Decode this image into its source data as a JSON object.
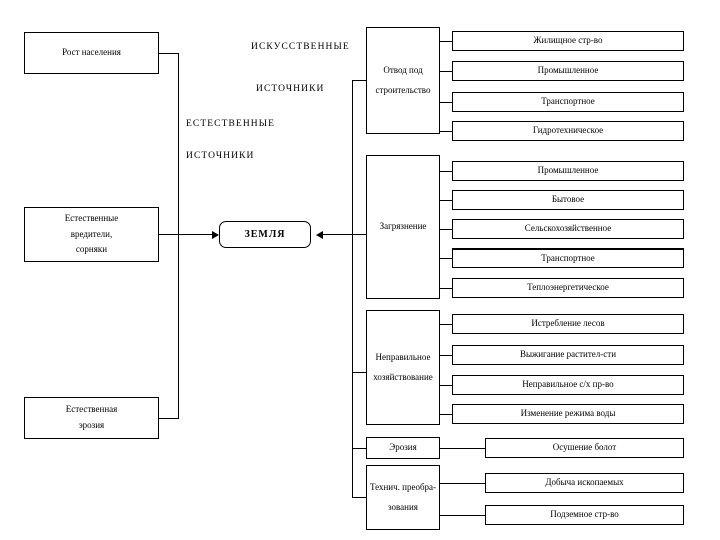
{
  "diagram": {
    "center_node": {
      "label": "ЗЕМЛЯ"
    },
    "headings": [
      {
        "id": "artificial-1",
        "label": "ИСКУССТВЕННЫЕ"
      },
      {
        "id": "artificial-2",
        "label": "ИСТОЧНИКИ"
      },
      {
        "id": "natural-1",
        "label": "ЕСТЕСТВЕННЫЕ"
      },
      {
        "id": "natural-2",
        "label": "ИСТОЧНИКИ"
      }
    ],
    "natural_sources": [
      {
        "id": "population-growth",
        "lines": [
          "Рост       населения"
        ]
      },
      {
        "id": "natural-pests",
        "lines": [
          "Естественные",
          "вредители,",
          "сорняки"
        ]
      },
      {
        "id": "natural-erosion",
        "lines": [
          "Естественная",
          "эрозия"
        ]
      }
    ],
    "artificial_sources": [
      {
        "id": "construction-allocation",
        "lines": [
          "Отвод под",
          "строительство"
        ],
        "children": [
          {
            "id": "housing-construction",
            "label": "Жилищное стр-во"
          },
          {
            "id": "industrial",
            "label": "Промышленное"
          },
          {
            "id": "transport",
            "label": "Транспортное"
          },
          {
            "id": "hydrotechnical",
            "label": "Гидротехническое"
          }
        ]
      },
      {
        "id": "pollution",
        "lines": [
          "Загрязнение"
        ],
        "children": [
          {
            "id": "pollution-industrial",
            "label": "Промышленное"
          },
          {
            "id": "pollution-domestic",
            "label": "Бытовое"
          },
          {
            "id": "pollution-agricultural",
            "label": "Сельскохозяйственное"
          },
          {
            "id": "pollution-transport",
            "label": "Транспортное"
          },
          {
            "id": "pollution-thermal",
            "label": "Теплоэнергетическое"
          }
        ]
      },
      {
        "id": "mismanagement",
        "lines": [
          "Неправильное",
          "хозяйствование"
        ],
        "children": [
          {
            "id": "forest-destruction",
            "label": "Истребление лесов"
          },
          {
            "id": "vegetation-burning",
            "label": "Выжигание растител-сти"
          },
          {
            "id": "improper-agriculture",
            "label": "Неправильное с/х пр-во"
          },
          {
            "id": "water-regime-change",
            "label": "Изменение режима воды"
          }
        ]
      },
      {
        "id": "erosion",
        "lines": [
          "Эрозия"
        ],
        "children": [
          {
            "id": "swamp-drainage",
            "label": "Осушение болот"
          }
        ]
      },
      {
        "id": "technical-transformations",
        "lines": [
          "Технич. преобра-",
          "зования"
        ],
        "children": [
          {
            "id": "mineral-extraction",
            "label": "Добыча ископаемых"
          },
          {
            "id": "underground-construction",
            "label": "Подземное стр-во"
          }
        ]
      }
    ]
  }
}
